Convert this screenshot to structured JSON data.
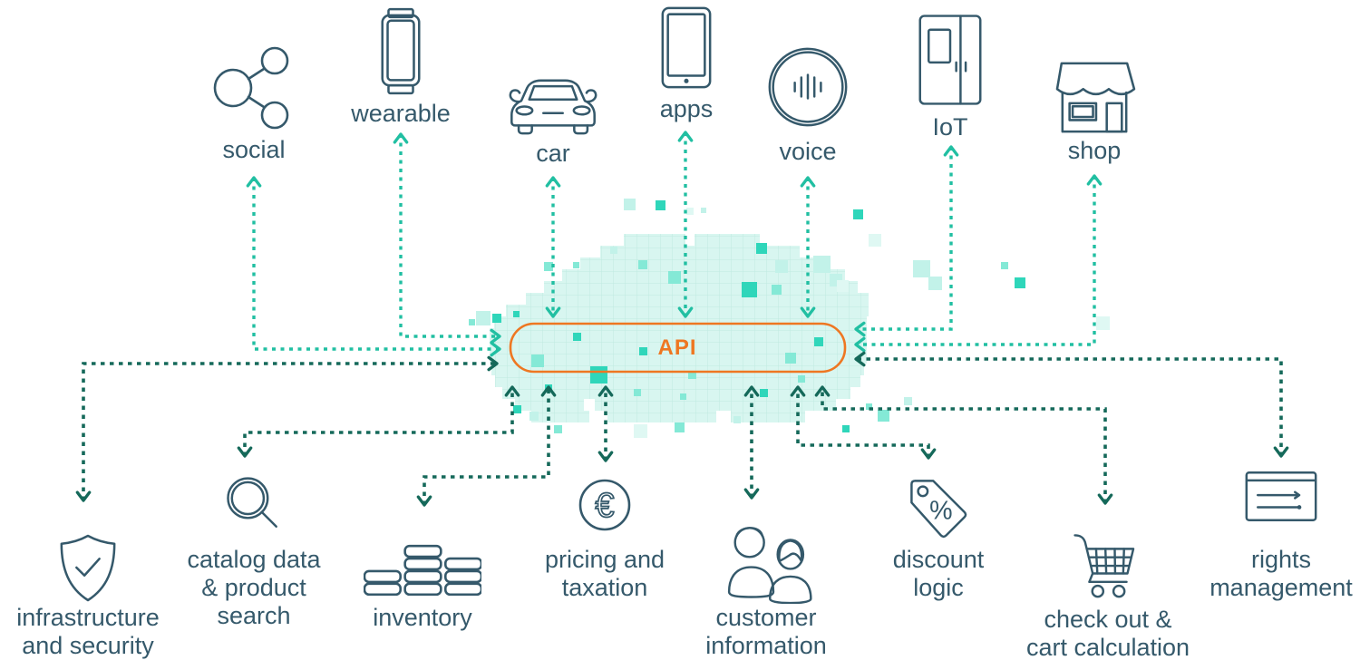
{
  "title": "commerce API integration diagram",
  "api": {
    "label": "API"
  },
  "channels": [
    {
      "id": "social",
      "label": "social",
      "icon": "share-icon"
    },
    {
      "id": "wearable",
      "label": "wearable",
      "icon": "smartwatch-icon"
    },
    {
      "id": "car",
      "label": "car",
      "icon": "car-icon"
    },
    {
      "id": "apps",
      "label": "apps",
      "icon": "tablet-icon"
    },
    {
      "id": "voice",
      "label": "voice",
      "icon": "voice-assistant-icon"
    },
    {
      "id": "iot",
      "label": "IoT",
      "icon": "fridge-icon"
    },
    {
      "id": "shop",
      "label": "shop",
      "icon": "storefront-icon"
    }
  ],
  "services": [
    {
      "id": "infrastructure",
      "label": "infrastructure\nand security",
      "icon": "shield-check-icon"
    },
    {
      "id": "catalog",
      "label": "catalog data\n& product\nsearch",
      "icon": "magnifier-icon"
    },
    {
      "id": "inventory",
      "label": "inventory",
      "icon": "stacked-goods-icon"
    },
    {
      "id": "pricing",
      "label": "pricing and\ntaxation",
      "icon": "euro-coin-icon"
    },
    {
      "id": "customer",
      "label": "customer\ninformation",
      "icon": "customers-icon"
    },
    {
      "id": "discount",
      "label": "discount\nlogic",
      "icon": "percent-tag-icon"
    },
    {
      "id": "checkout",
      "label": "check out &\ncart calculation",
      "icon": "shopping-cart-icon"
    },
    {
      "id": "rights",
      "label": "rights\nmanagement",
      "icon": "rights-card-icon"
    }
  ],
  "colors": {
    "ink": "#35596b",
    "accent_teal": "#21bfa2",
    "dark_teal": "#15695a",
    "orange": "#ee7722",
    "cloud_fill": "#d8f6f0",
    "cloud_grid": "#bfeae1"
  }
}
